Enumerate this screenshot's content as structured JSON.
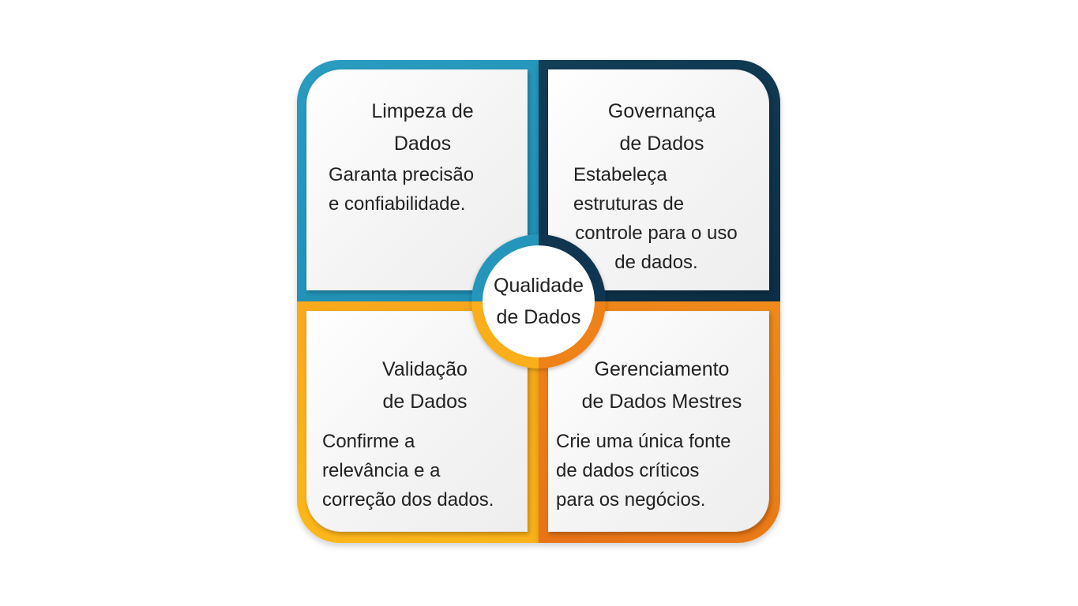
{
  "center": {
    "line1": "Qualidade",
    "line2": "de Dados"
  },
  "quadrants": {
    "top_left": {
      "title": [
        "Limpeza de",
        "Dados"
      ],
      "description": [
        "Garanta precisão",
        "e confiabilidade."
      ],
      "color": "#2596bb"
    },
    "top_right": {
      "title": [
        "Governança",
        "de Dados"
      ],
      "description": [
        "Estabeleça",
        "estruturas de",
        "controle para o uso",
        "de dados."
      ],
      "color": "#0f3550"
    },
    "bottom_left": {
      "title": [
        "Validação",
        "de Dados"
      ],
      "description": [
        "Confirme a",
        "relevância e a",
        "correção dos dados."
      ],
      "color": "#f9ae1a"
    },
    "bottom_right": {
      "title": [
        "Gerenciamento",
        "de Dados Mestres"
      ],
      "description": [
        "Crie uma única fonte",
        "de dados críticos",
        "para os negócios."
      ],
      "color": "#ee8218"
    }
  }
}
